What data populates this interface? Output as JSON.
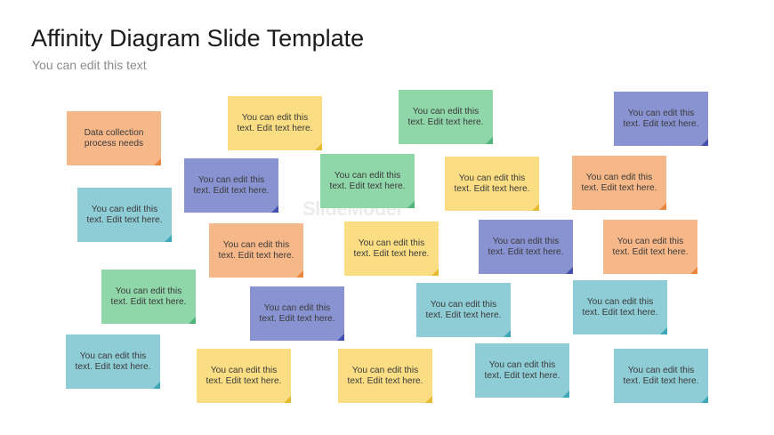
{
  "header": {
    "title": "Affinity Diagram Slide Template",
    "subtitle": "You can edit this text"
  },
  "watermark": "SlideModel",
  "notes": [
    {
      "text": "Data collection process needs",
      "color": "orange"
    },
    {
      "text": "You can edit this text. Edit text here.",
      "color": "yellow"
    },
    {
      "text": "You can edit this text. Edit text here.",
      "color": "green"
    },
    {
      "text": "You can edit this text. Edit text here.",
      "color": "purple"
    },
    {
      "text": "You can edit this text. Edit text here.",
      "color": "purple"
    },
    {
      "text": "You can edit this text. Edit text here.",
      "color": "green"
    },
    {
      "text": "You can edit this text. Edit text here.",
      "color": "yellow"
    },
    {
      "text": "You can edit this text. Edit text here.",
      "color": "orange"
    },
    {
      "text": "You can edit this text. Edit text here.",
      "color": "teal"
    },
    {
      "text": "You can edit this text. Edit text here.",
      "color": "orange"
    },
    {
      "text": "You can edit this text. Edit text here.",
      "color": "yellow"
    },
    {
      "text": "You can edit this text. Edit text here.",
      "color": "purple"
    },
    {
      "text": "You can edit this text. Edit text here.",
      "color": "orange"
    },
    {
      "text": "You can edit this text. Edit text here.",
      "color": "green"
    },
    {
      "text": "You can edit this text. Edit text here.",
      "color": "purple"
    },
    {
      "text": "You can edit this text. Edit text here.",
      "color": "teal"
    },
    {
      "text": "You can edit this text. Edit text here.",
      "color": "teal"
    },
    {
      "text": "You can edit this text. Edit text here.",
      "color": "teal"
    },
    {
      "text": "You can edit this text. Edit text here.",
      "color": "yellow"
    },
    {
      "text": "You can edit this text. Edit text here.",
      "color": "yellow"
    },
    {
      "text": "You can edit this text. Edit text here.",
      "color": "teal"
    },
    {
      "text": "You can edit this text. Edit text here.",
      "color": "teal"
    }
  ],
  "colors": {
    "orange": "#f7b889",
    "yellow": "#fbde84",
    "green": "#8fd6a9",
    "purple": "#8993d2",
    "teal": "#8fcdd6"
  }
}
